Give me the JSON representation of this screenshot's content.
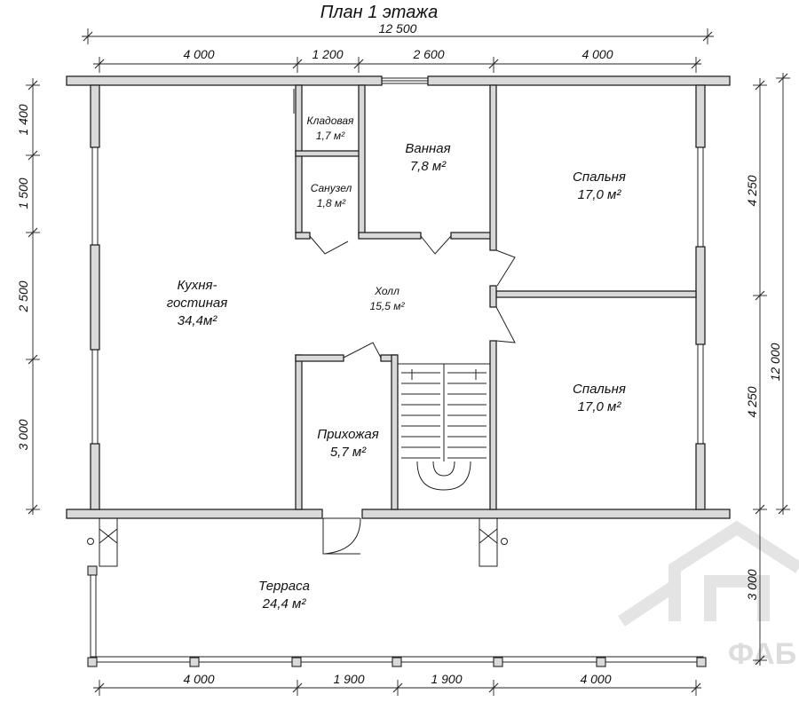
{
  "title": "План 1 этажа",
  "dimensions": {
    "overall_width": "12 500",
    "top": [
      "4 000",
      "1 200",
      "2 600",
      "4 000"
    ],
    "bottom": [
      "4 000",
      "1 900",
      "1 900",
      "4 000"
    ],
    "left": [
      "1 400",
      "1 500",
      "2 500",
      "3 000"
    ],
    "right": [
      "4 250",
      "4 250",
      "3 000"
    ],
    "overall_height": "12 000"
  },
  "rooms": {
    "kitchen": {
      "name_1": "Кухня-",
      "name_2": "гостиная",
      "area": "34,4м²"
    },
    "pantry": {
      "name": "Кладовая",
      "area": "1,7 м²"
    },
    "wc": {
      "name": "Санузел",
      "area": "1,8 м²"
    },
    "bath": {
      "name": "Ванная",
      "area": "7,8 м²"
    },
    "bedroom_1": {
      "name": "Спальня",
      "area": "17,0 м²"
    },
    "bedroom_2": {
      "name": "Спальня",
      "area": "17,0 м²"
    },
    "hall": {
      "name": "Холл",
      "area": "15,5 м²"
    },
    "entry": {
      "name": "Прихожая",
      "area": "5,7 м²"
    },
    "terrace": {
      "name": "Терраса",
      "area": "24,4 м²"
    }
  },
  "watermark": {
    "text": "ФАБ"
  }
}
